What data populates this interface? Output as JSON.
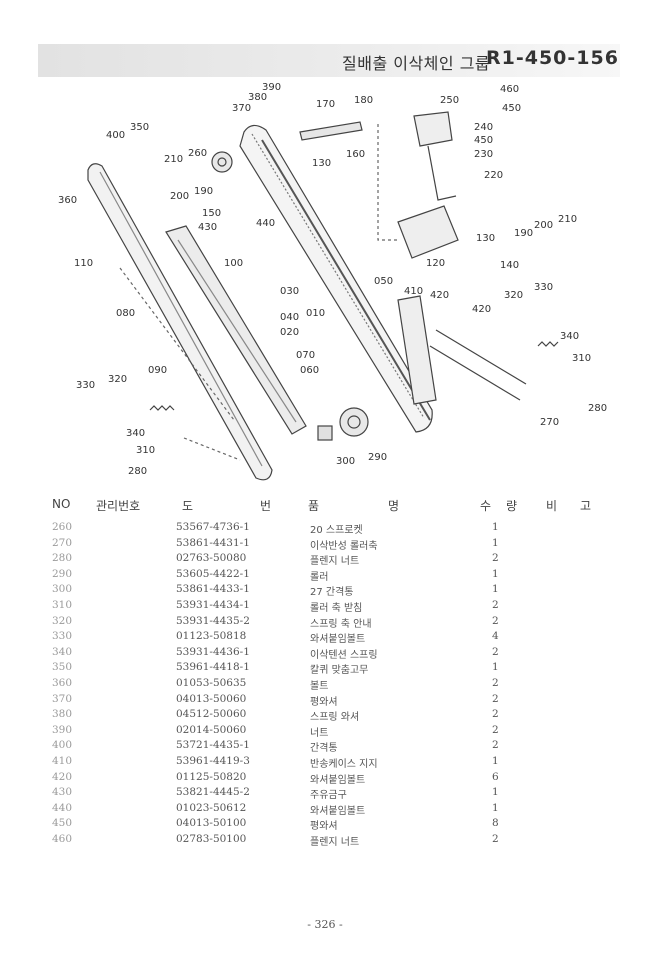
{
  "header": {
    "title_kr": "질배출 이삭체인 그룹",
    "title_code": "R1-450-156"
  },
  "diagram": {
    "callouts": [
      "390",
      "380",
      "370",
      "350",
      "400",
      "260",
      "210",
      "200",
      "190",
      "360",
      "150",
      "430",
      "440",
      "170",
      "180",
      "130",
      "160",
      "460",
      "250",
      "450",
      "240",
      "450",
      "230",
      "220",
      "210",
      "200",
      "190",
      "130",
      "120",
      "140",
      "110",
      "100",
      "080",
      "050",
      "030",
      "040",
      "010",
      "020",
      "410",
      "420",
      "420",
      "320",
      "330",
      "340",
      "310",
      "280",
      "270",
      "070",
      "060",
      "090",
      "320",
      "330",
      "340",
      "310",
      "280",
      "300",
      "290"
    ]
  },
  "table": {
    "headers": {
      "no": "NO",
      "mgmt": "관리번호",
      "drawing_1": "도",
      "drawing_2": "번",
      "name_1": "품",
      "name_2": "명",
      "qty_1": "수",
      "qty_2": "량",
      "remark_1": "비",
      "remark_2": "고"
    },
    "rows": [
      {
        "no": "260",
        "code": "53567-4736-1",
        "name": "20 스프로켓",
        "qty": "1"
      },
      {
        "no": "270",
        "code": "53861-4431-1",
        "name": "이삭반성 롤러축",
        "qty": "1"
      },
      {
        "no": "280",
        "code": "02763-50080",
        "name": "플렌지 너트",
        "qty": "2"
      },
      {
        "no": "290",
        "code": "53605-4422-1",
        "name": "롤러",
        "qty": "1"
      },
      {
        "no": "300",
        "code": "53861-4433-1",
        "name": "27 간격통",
        "qty": "1"
      },
      {
        "no": "310",
        "code": "53931-4434-1",
        "name": "롤러 축 받침",
        "qty": "2"
      },
      {
        "no": "320",
        "code": "53931-4435-2",
        "name": "스프링 축 안내",
        "qty": "2"
      },
      {
        "no": "330",
        "code": "01123-50818",
        "name": "와셔붙임볼트",
        "qty": "4"
      },
      {
        "no": "340",
        "code": "53931-4436-1",
        "name": "이삭텐션 스프링",
        "qty": "2"
      },
      {
        "no": "350",
        "code": "53961-4418-1",
        "name": "칼퀴 맞춤고무",
        "qty": "1"
      },
      {
        "no": "360",
        "code": "01053-50635",
        "name": "볼트",
        "qty": "2"
      },
      {
        "no": "370",
        "code": "04013-50060",
        "name": "평와셔",
        "qty": "2"
      },
      {
        "no": "380",
        "code": "04512-50060",
        "name": "스프링 와셔",
        "qty": "2"
      },
      {
        "no": "390",
        "code": "02014-50060",
        "name": "너트",
        "qty": "2"
      },
      {
        "no": "400",
        "code": "53721-4435-1",
        "name": "간격통",
        "qty": "2"
      },
      {
        "no": "410",
        "code": "53961-4419-3",
        "name": "반송케이스 지지",
        "qty": "1"
      },
      {
        "no": "420",
        "code": "01125-50820",
        "name": "와셔붙임볼트",
        "qty": "6"
      },
      {
        "no": "430",
        "code": "53821-4445-2",
        "name": "주유금구",
        "qty": "1"
      },
      {
        "no": "440",
        "code": "01023-50612",
        "name": "와셔붙임볼트",
        "qty": "1"
      },
      {
        "no": "450",
        "code": "04013-50100",
        "name": "평와셔",
        "qty": "8"
      },
      {
        "no": "460",
        "code": "02783-50100",
        "name": "플렌지 너트",
        "qty": "2"
      }
    ]
  },
  "footer": {
    "page": "- 326 -"
  }
}
